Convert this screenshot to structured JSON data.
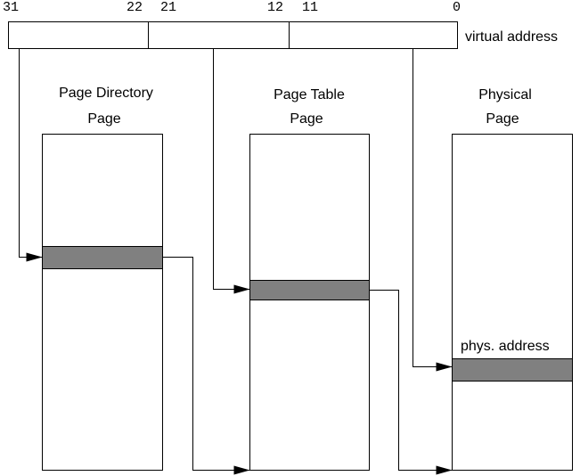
{
  "colors": {
    "background": "#ffffff",
    "line": "#000000",
    "highlight": "#808080"
  },
  "virtual_address": {
    "label": "virtual address",
    "bit_labels": [
      "31",
      "22",
      "21",
      "12",
      "11",
      "0"
    ]
  },
  "columns": {
    "page_directory": {
      "title_line1": "Page Directory",
      "title_line2": "Page"
    },
    "page_table": {
      "title_line1": "Page Table",
      "title_line2": "Page"
    },
    "physical_page": {
      "title_line1": "Physical",
      "title_line2": "Page",
      "entry_label": "phys. address"
    }
  }
}
